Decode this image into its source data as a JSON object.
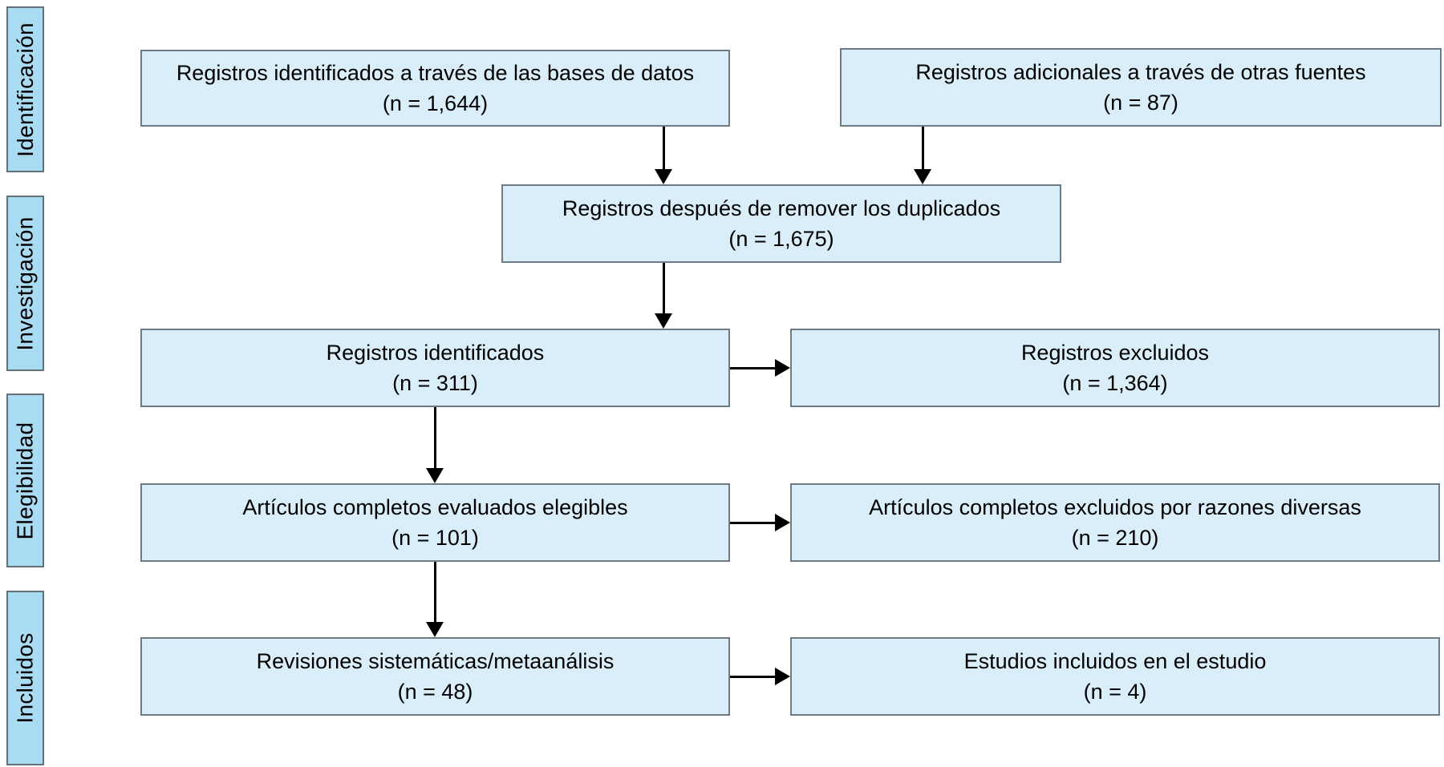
{
  "diagram_title": "PRISMA flow diagram (Spanish)",
  "colors": {
    "flow_box_fill": "#d9eef9",
    "flow_box_border": "#6f7b84",
    "stage_box_fill": "#a9dcf2",
    "stage_box_border": "#667077",
    "arrow": "#000000",
    "text": "#000000",
    "background": "#ffffff"
  },
  "stages": [
    {
      "label": "Identificación"
    },
    {
      "label": "Investigación"
    },
    {
      "label": "Elegibilidad"
    },
    {
      "label": "Incluidos"
    }
  ],
  "boxes": [
    {
      "label": "Registros identificados a través de las bases de datos",
      "count": "(n = 1,644)"
    },
    {
      "label": "Registros adicionales a través de otras fuentes",
      "count": "(n = 87)"
    },
    {
      "label": "Registros después de remover los duplicados",
      "count": "(n = 1,675)"
    },
    {
      "label": "Registros identificados",
      "count": "(n = 311)"
    },
    {
      "label": "Registros excluidos",
      "count": "(n = 1,364)"
    },
    {
      "label": "Artículos completos evaluados elegibles",
      "count": "(n = 101)"
    },
    {
      "label": "Artículos completos excluidos por razones diversas",
      "count": "(n = 210)"
    },
    {
      "label": "Revisiones sistemáticas/metaanálisis",
      "count": "(n = 48)"
    },
    {
      "label": "Estudios incluidos en el estudio",
      "count": "(n = 4)"
    }
  ],
  "flows": [
    {
      "from": "identified-databases",
      "to": "after-duplicates"
    },
    {
      "from": "additional-sources",
      "to": "after-duplicates"
    },
    {
      "from": "after-duplicates",
      "to": "records-screened"
    },
    {
      "from": "records-screened",
      "to": "records-excluded"
    },
    {
      "from": "records-screened",
      "to": "fulltext-assessed"
    },
    {
      "from": "fulltext-assessed",
      "to": "fulltext-excluded"
    },
    {
      "from": "fulltext-assessed",
      "to": "systematic-reviews"
    },
    {
      "from": "systematic-reviews",
      "to": "studies-included"
    }
  ]
}
